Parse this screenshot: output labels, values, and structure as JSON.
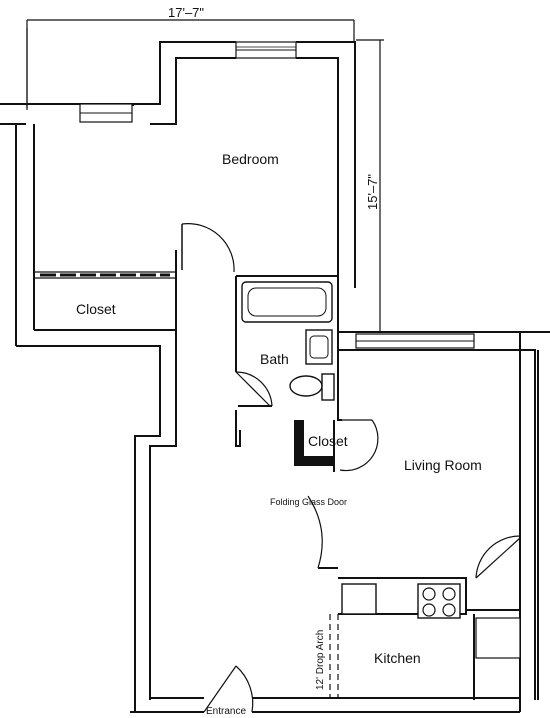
{
  "dimensions": {
    "width_label": "17'–7\"",
    "depth_label": "15'–7\""
  },
  "rooms": {
    "bedroom": "Bedroom",
    "closet_bedroom": "Closet",
    "bath": "Bath",
    "closet_hall": "Closet",
    "living_room": "Living Room",
    "kitchen": "Kitchen"
  },
  "annotations": {
    "folding_door": "Folding Glass Door",
    "drop_arch": "12' Drop Arch",
    "entrance": "Entrance"
  },
  "colors": {
    "line": "#111111",
    "background": "#ffffff"
  }
}
